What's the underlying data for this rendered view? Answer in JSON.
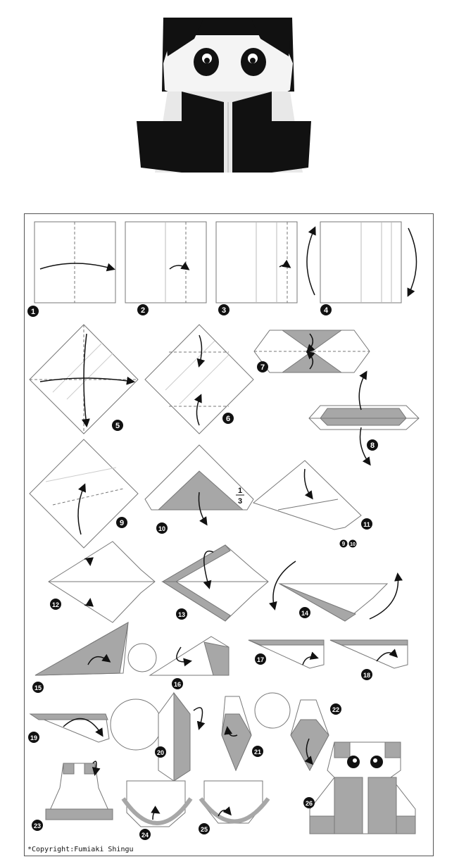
{
  "figure": {
    "subject": "origami-panda",
    "colors": {
      "black": "#111111",
      "white": "#ffffff",
      "gray": "#a7a7a7",
      "line": "#777777"
    }
  },
  "steps": [
    "1",
    "2",
    "3",
    "4",
    "5",
    "6",
    "7",
    "8",
    "9",
    "10",
    "11",
    "12",
    "13",
    "14",
    "15",
    "16",
    "17",
    "18",
    "19",
    "20",
    "21",
    "22",
    "23",
    "24",
    "25",
    "26"
  ],
  "annotations": {
    "fraction_num": "1",
    "fraction_den": "3",
    "repeat_from": "9",
    "repeat_to": "10"
  },
  "footer": {
    "copyright": "*Copyright:Fumiaki Shingu"
  }
}
